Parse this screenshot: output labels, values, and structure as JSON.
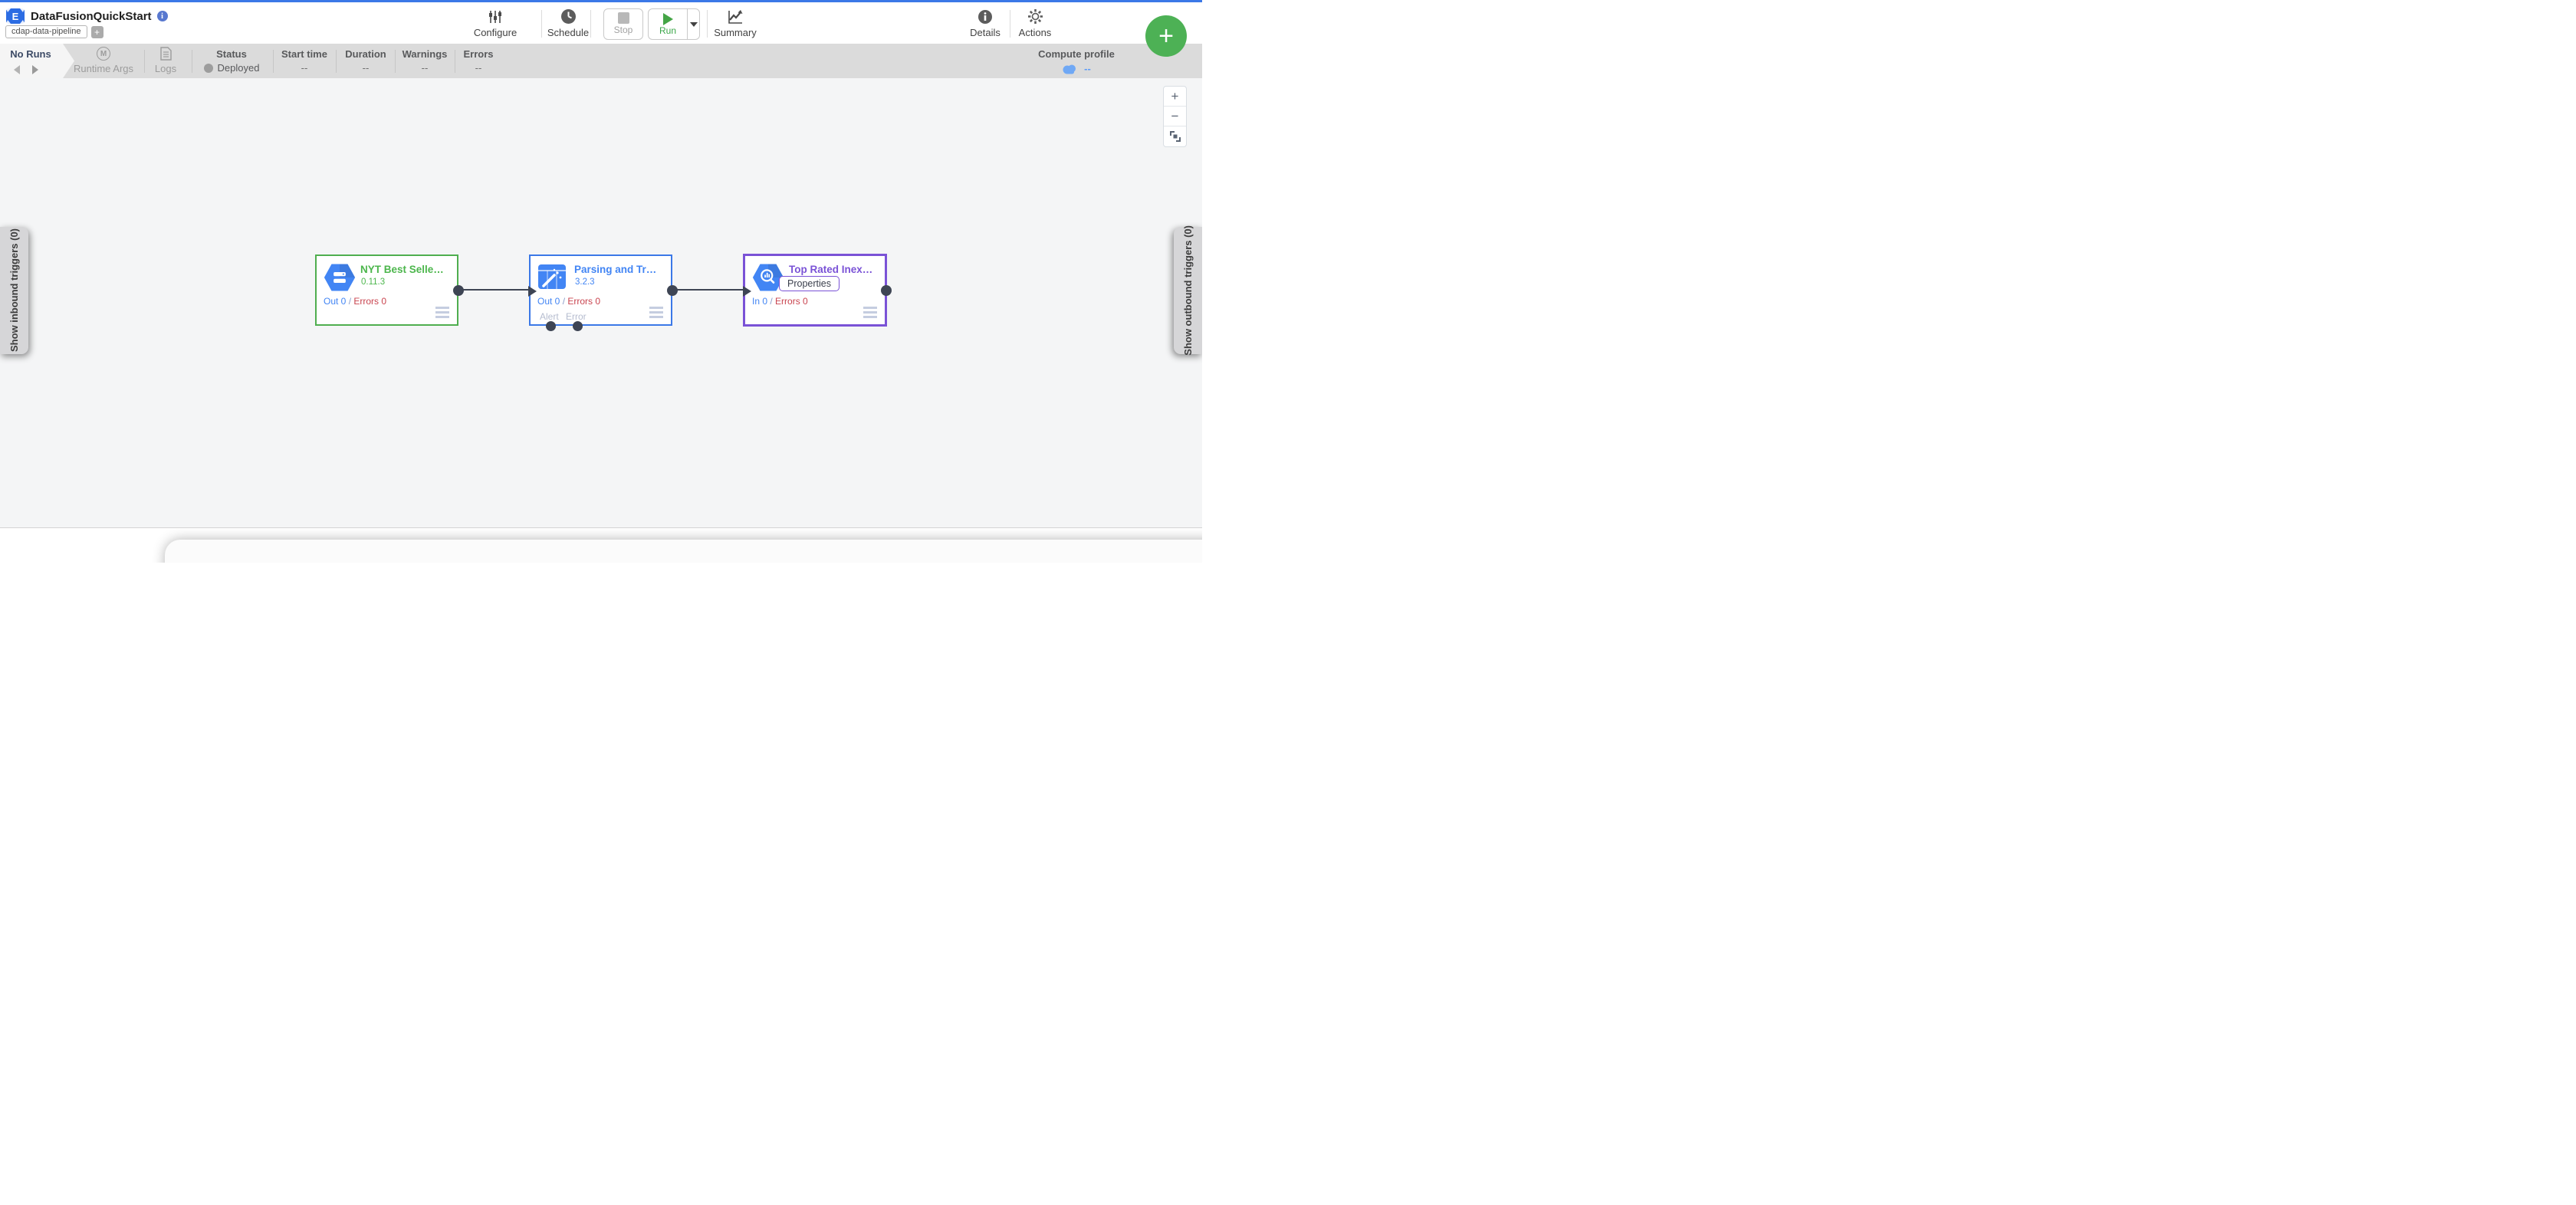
{
  "header": {
    "title": "DataFusionQuickStart",
    "tag": "cdap-data-pipeline",
    "add_tag": "+",
    "configure_label": "Configure",
    "schedule_label": "Schedule",
    "stop_label": "Stop",
    "run_label": "Run",
    "summary_label": "Summary",
    "details_label": "Details",
    "actions_label": "Actions",
    "fab_label": "+"
  },
  "status_bar": {
    "runs_label": "No Runs",
    "runtime_args_label": "Runtime Args",
    "runtime_args_icon": "M",
    "logs_label": "Logs",
    "status_label": "Status",
    "status_value": "Deployed",
    "start_time_label": "Start time",
    "start_time_value": "--",
    "duration_label": "Duration",
    "duration_value": "--",
    "warnings_label": "Warnings",
    "warnings_value": "--",
    "errors_label": "Errors",
    "errors_value": "--",
    "compute_profile_label": "Compute profile",
    "compute_profile_value": "--"
  },
  "canvas": {
    "inbound_tab": "Show inbound triggers (0)",
    "outbound_tab": "Show outbound triggers (0)",
    "zoom_in": "+",
    "zoom_out": "−",
    "nodes": [
      {
        "title": "NYT Best Selle…",
        "version": "0.11.3",
        "metric_primary": "Out 0",
        "metric_separator": "/",
        "metric_errors": "Errors 0",
        "accent": "#4cb64c"
      },
      {
        "title": "Parsing and Tr…",
        "version": "3.2.3",
        "metric_primary": "Out 0",
        "metric_separator": "/",
        "metric_errors": "Errors 0",
        "alert_port": "Alert",
        "error_port": "Error",
        "accent": "#4285f4"
      },
      {
        "title": "Top Rated Inex…",
        "properties_label": "Properties",
        "metric_primary": "In 0",
        "metric_separator": "/",
        "metric_errors": "Errors 0",
        "accent": "#7a52d6"
      }
    ]
  },
  "colors": {
    "top_strip": "#3b78e7",
    "run_green": "#3aa648",
    "fab_green": "#4db155",
    "error_red": "#c9444f",
    "metric_blue": "#4285f4",
    "port_dark": "#3e4554",
    "compute_profile_blue": "#5b9bf8"
  }
}
